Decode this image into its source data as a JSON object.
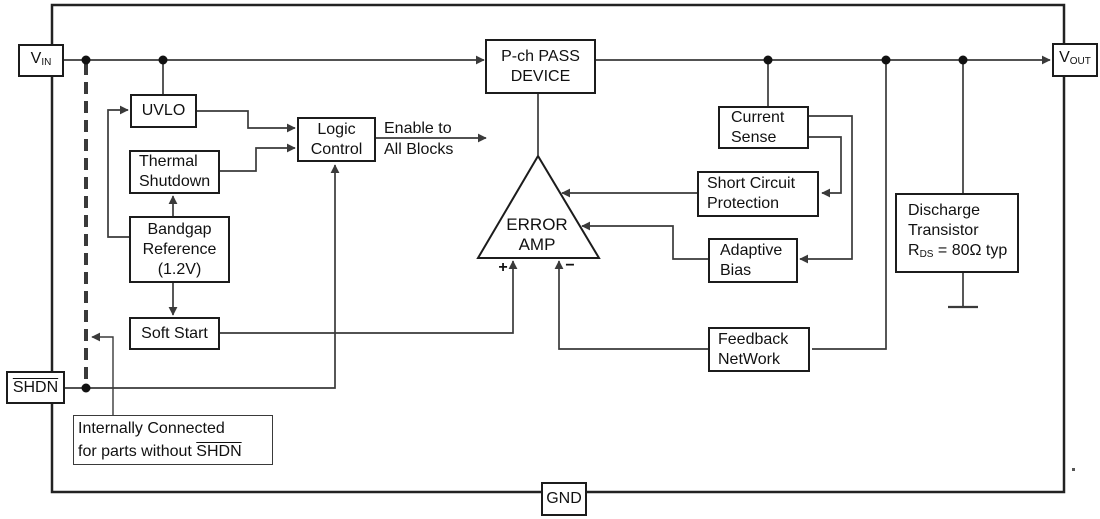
{
  "pins": {
    "vin": {
      "main": "V",
      "sub": "IN"
    },
    "vout": {
      "main": "V",
      "sub": "OUT"
    },
    "shdn": {
      "label": "SHDN"
    },
    "gnd": {
      "label": "GND"
    }
  },
  "blocks": {
    "uvlo": {
      "l1": "UVLO"
    },
    "thermal_shutdown": {
      "l1": "Thermal",
      "l2": "Shutdown"
    },
    "bandgap_reference": {
      "l1": "Bandgap",
      "l2": "Reference",
      "l3": "(1.2V)"
    },
    "logic_control": {
      "l1": "Logic",
      "l2": "Control"
    },
    "soft_start": {
      "l1": "Soft Start"
    },
    "pass_device": {
      "l1": "P-ch PASS",
      "l2": "DEVICE"
    },
    "current_sense": {
      "l1": "Current",
      "l2": "Sense"
    },
    "short_circuit_protection": {
      "l1": "Short Circuit",
      "l2": "Protection"
    },
    "adaptive_bias": {
      "l1": "Adaptive",
      "l2": "Bias"
    },
    "feedback_network": {
      "l1": "Feedback",
      "l2": "NetWork"
    },
    "discharge_transistor": {
      "l1": "Discharge",
      "l2": "Transistor",
      "rds_r": "R",
      "rds_sub": "DS",
      "rds_val": " = 80Ω typ"
    }
  },
  "error_amp": {
    "l1": "ERROR",
    "l2": "AMP",
    "plus": "+",
    "minus": "−"
  },
  "enable_label": {
    "l1": "Enable to",
    "l2": "All Blocks"
  },
  "note": {
    "l1": "Internally Connected",
    "l2_prefix": "for parts without ",
    "l2_shdn": "SHDN"
  },
  "colors": {
    "background": "#ffffff",
    "line": "#3a3a3a",
    "box_border": "#1c1c1c",
    "text": "#111111"
  }
}
